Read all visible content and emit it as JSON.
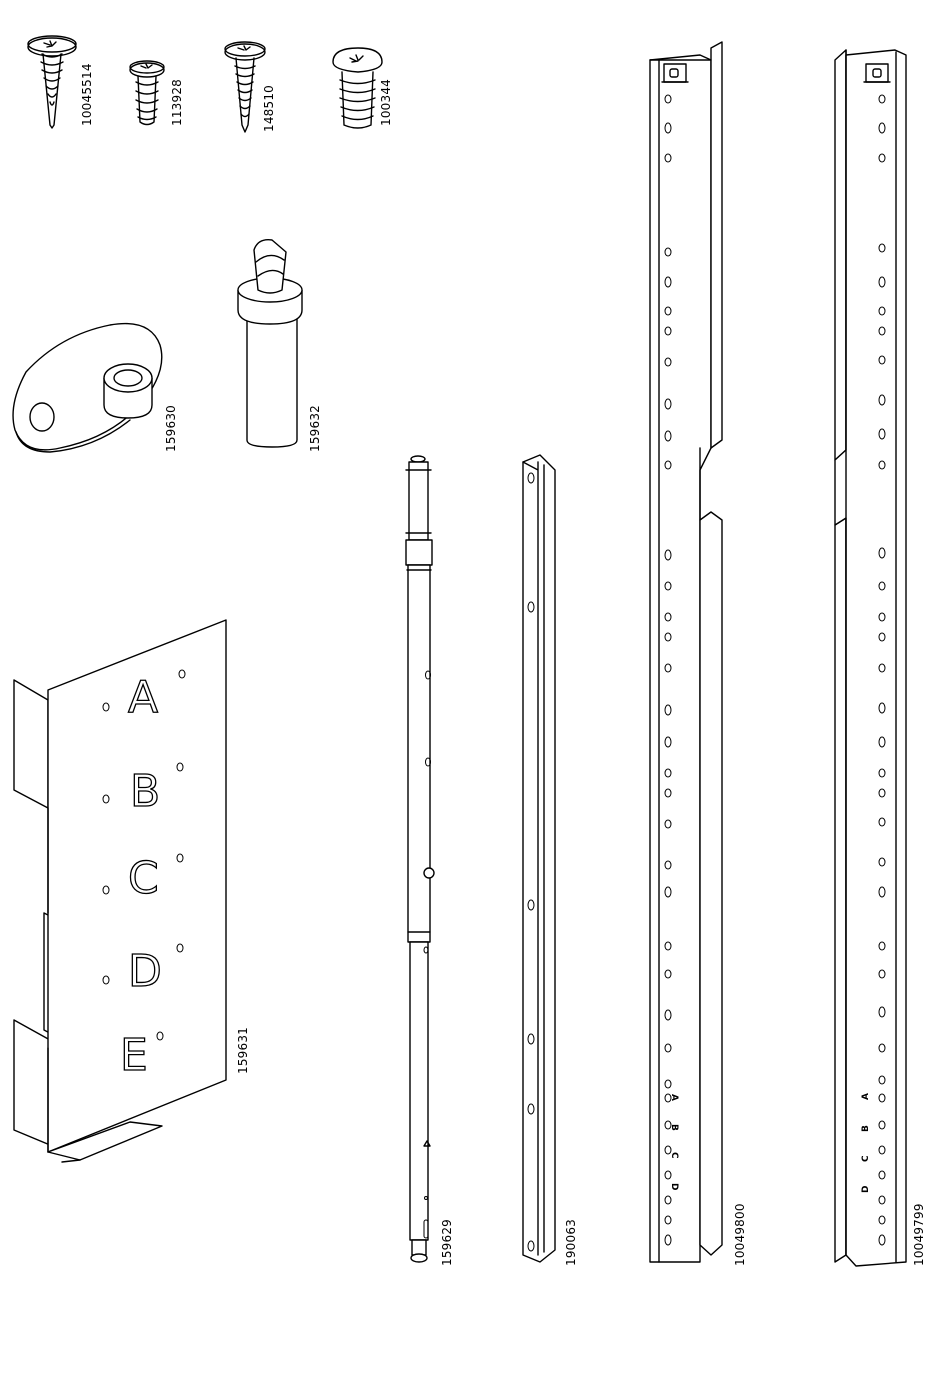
{
  "part_numbers": {
    "screw_large_pan": "10045514",
    "screw_short": "113928",
    "screw_long_countersunk": "148510",
    "screw_threaded": "100344",
    "flange_bracket": "159630",
    "drill_sleeve": "159632",
    "letter_template": "159631",
    "telescopic_rod": "159629",
    "narrow_rail": "190063",
    "long_rail_left": "10049800",
    "long_rail_right": "10049799"
  },
  "template_letters": [
    "A",
    "B",
    "C",
    "D",
    "E"
  ],
  "rail_letters_left": [
    "A",
    "B",
    "C",
    "D"
  ],
  "rail_letters_right": [
    "A",
    "B",
    "C",
    "D"
  ]
}
